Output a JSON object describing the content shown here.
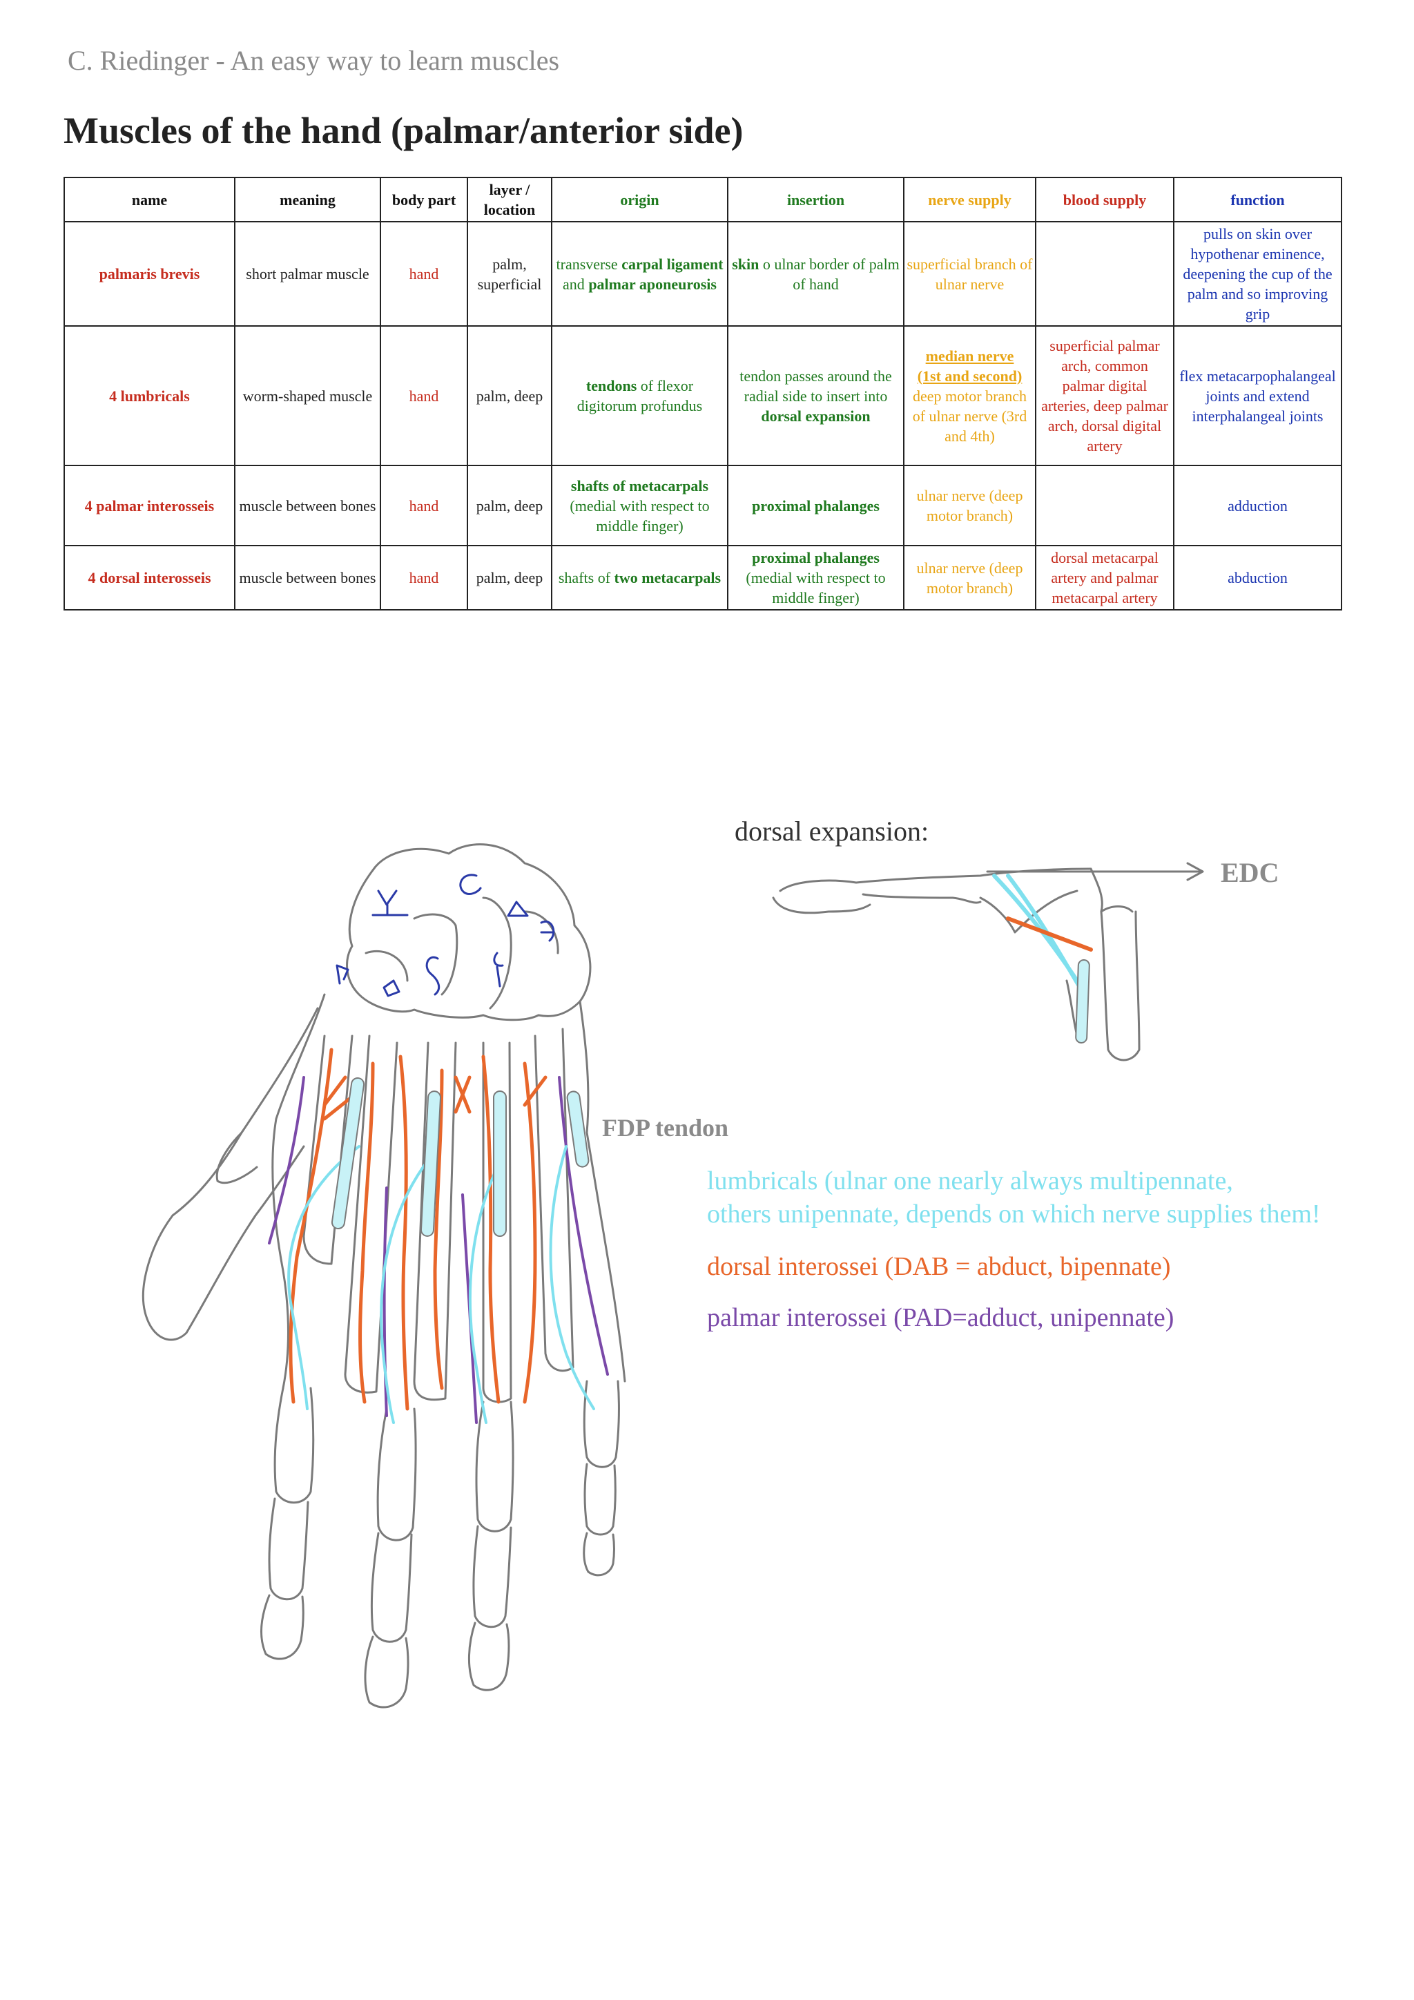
{
  "header": {
    "author_line": "C. Riedinger - An easy way to learn muscles"
  },
  "title": "Muscles of the hand (palmar/anterior side)",
  "table": {
    "columns": {
      "name": "name",
      "meaning": "meaning",
      "body_part": "body part",
      "layer_location": "layer / location",
      "origin": "origin",
      "insertion": "insertion",
      "nerve_supply": "nerve supply",
      "blood_supply": "blood supply",
      "function": "function"
    },
    "rows": [
      {
        "name": "palmaris brevis",
        "meaning": "short palmar muscle",
        "body_part": "hand",
        "layer": "palm, superficial",
        "origin": {
          "a": "transverse ",
          "b": "carpal ligament",
          "c": " and ",
          "d": "palmar aponeurosis"
        },
        "insertion": {
          "a": "skin",
          "b": " o ulnar border of palm of hand"
        },
        "nerve": "superficial branch of ulnar nerve",
        "blood": "",
        "function": "pulls on skin over hypothenar eminence, deepening the cup of the palm and so improving grip"
      },
      {
        "name": "4 lumbricals",
        "meaning": "worm-shaped muscle",
        "body_part": "hand",
        "layer": "palm, deep",
        "origin": {
          "a": "tendons",
          "b": " of flexor digitorum profundus"
        },
        "insertion": {
          "a": "tendon passes around the radial side to insert into ",
          "b": "dorsal expansion"
        },
        "nerve": {
          "a": "median nerve",
          "b": "(1st and second)",
          "c": "deep motor branch of ulnar nerve (3rd and 4th)"
        },
        "blood": "superficial palmar arch, common palmar digital arteries, deep palmar arch, dorsal digital artery",
        "function": "flex metacarpophalangeal joints and extend interphalangeal joints"
      },
      {
        "name": "4 palmar interosseis",
        "meaning": "muscle between bones",
        "body_part": "hand",
        "layer": "palm, deep",
        "origin": {
          "a": "shafts of metacarpals",
          "b": " (medial with respect to middle finger)"
        },
        "insertion": "proximal phalanges",
        "nerve": "ulnar nerve (deep motor branch)",
        "blood": "",
        "function": "adduction"
      },
      {
        "name": "4 dorsal interosseis",
        "meaning": "muscle between bones",
        "body_part": "hand",
        "layer": "palm, deep",
        "origin": {
          "a": "shafts of ",
          "b": "two metacarpals"
        },
        "insertion": {
          "a": "proximal phalanges",
          "b": " (medial with respect to middle finger)"
        },
        "nerve": "ulnar nerve (deep motor branch)",
        "blood": "dorsal metacarpal artery and palmar metacarpal artery",
        "function": "abduction"
      }
    ]
  },
  "drawing": {
    "dorsal_expansion_label": "dorsal expansion:",
    "edc_label": "EDC",
    "fdp_label": "FDP tendon",
    "legend": {
      "lumbricals_line1": "lumbricals (ulnar one nearly always multipennate,",
      "lumbricals_line2": "others unipennate, depends on which nerve supplies them!",
      "dorsal": "dorsal interossei (DAB = abduct, bipennate)",
      "palmar": "palmar interossei (PAD=adduct, unipennate)"
    },
    "colors": {
      "lumbricals": "#7fe0ee",
      "dorsal_interossei": "#e8662a",
      "palmar_interossei": "#7a49a8",
      "outline": "#7a7a7a"
    }
  }
}
